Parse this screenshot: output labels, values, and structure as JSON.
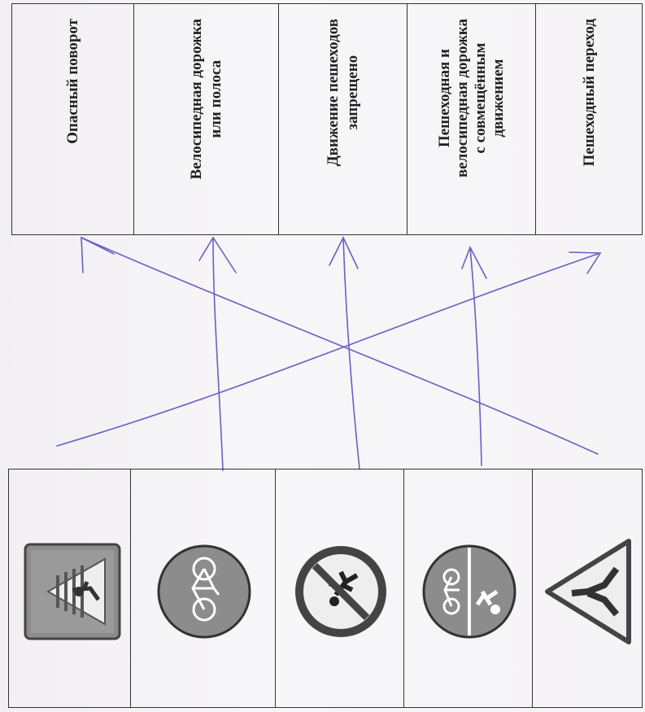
{
  "labels": [
    "Опасный поворот",
    "Велосипедная дорожка\nили полоса",
    "Движение пешеходов\nзапрещено",
    "Пешеходная и\nвелосипедная дорожка\nс совмещённым\nдвижением",
    "Пешеходный переход"
  ],
  "signs": [
    {
      "name": "pedestrian-crossing-sign-icon"
    },
    {
      "name": "bicycle-path-sign-icon"
    },
    {
      "name": "no-pedestrians-sign-icon"
    },
    {
      "name": "shared-path-sign-icon"
    },
    {
      "name": "dangerous-turn-sign-icon"
    }
  ],
  "colors": {
    "ink": "#6a5fc4",
    "line": "#333333",
    "sign_gray": "#8c8c8c"
  }
}
